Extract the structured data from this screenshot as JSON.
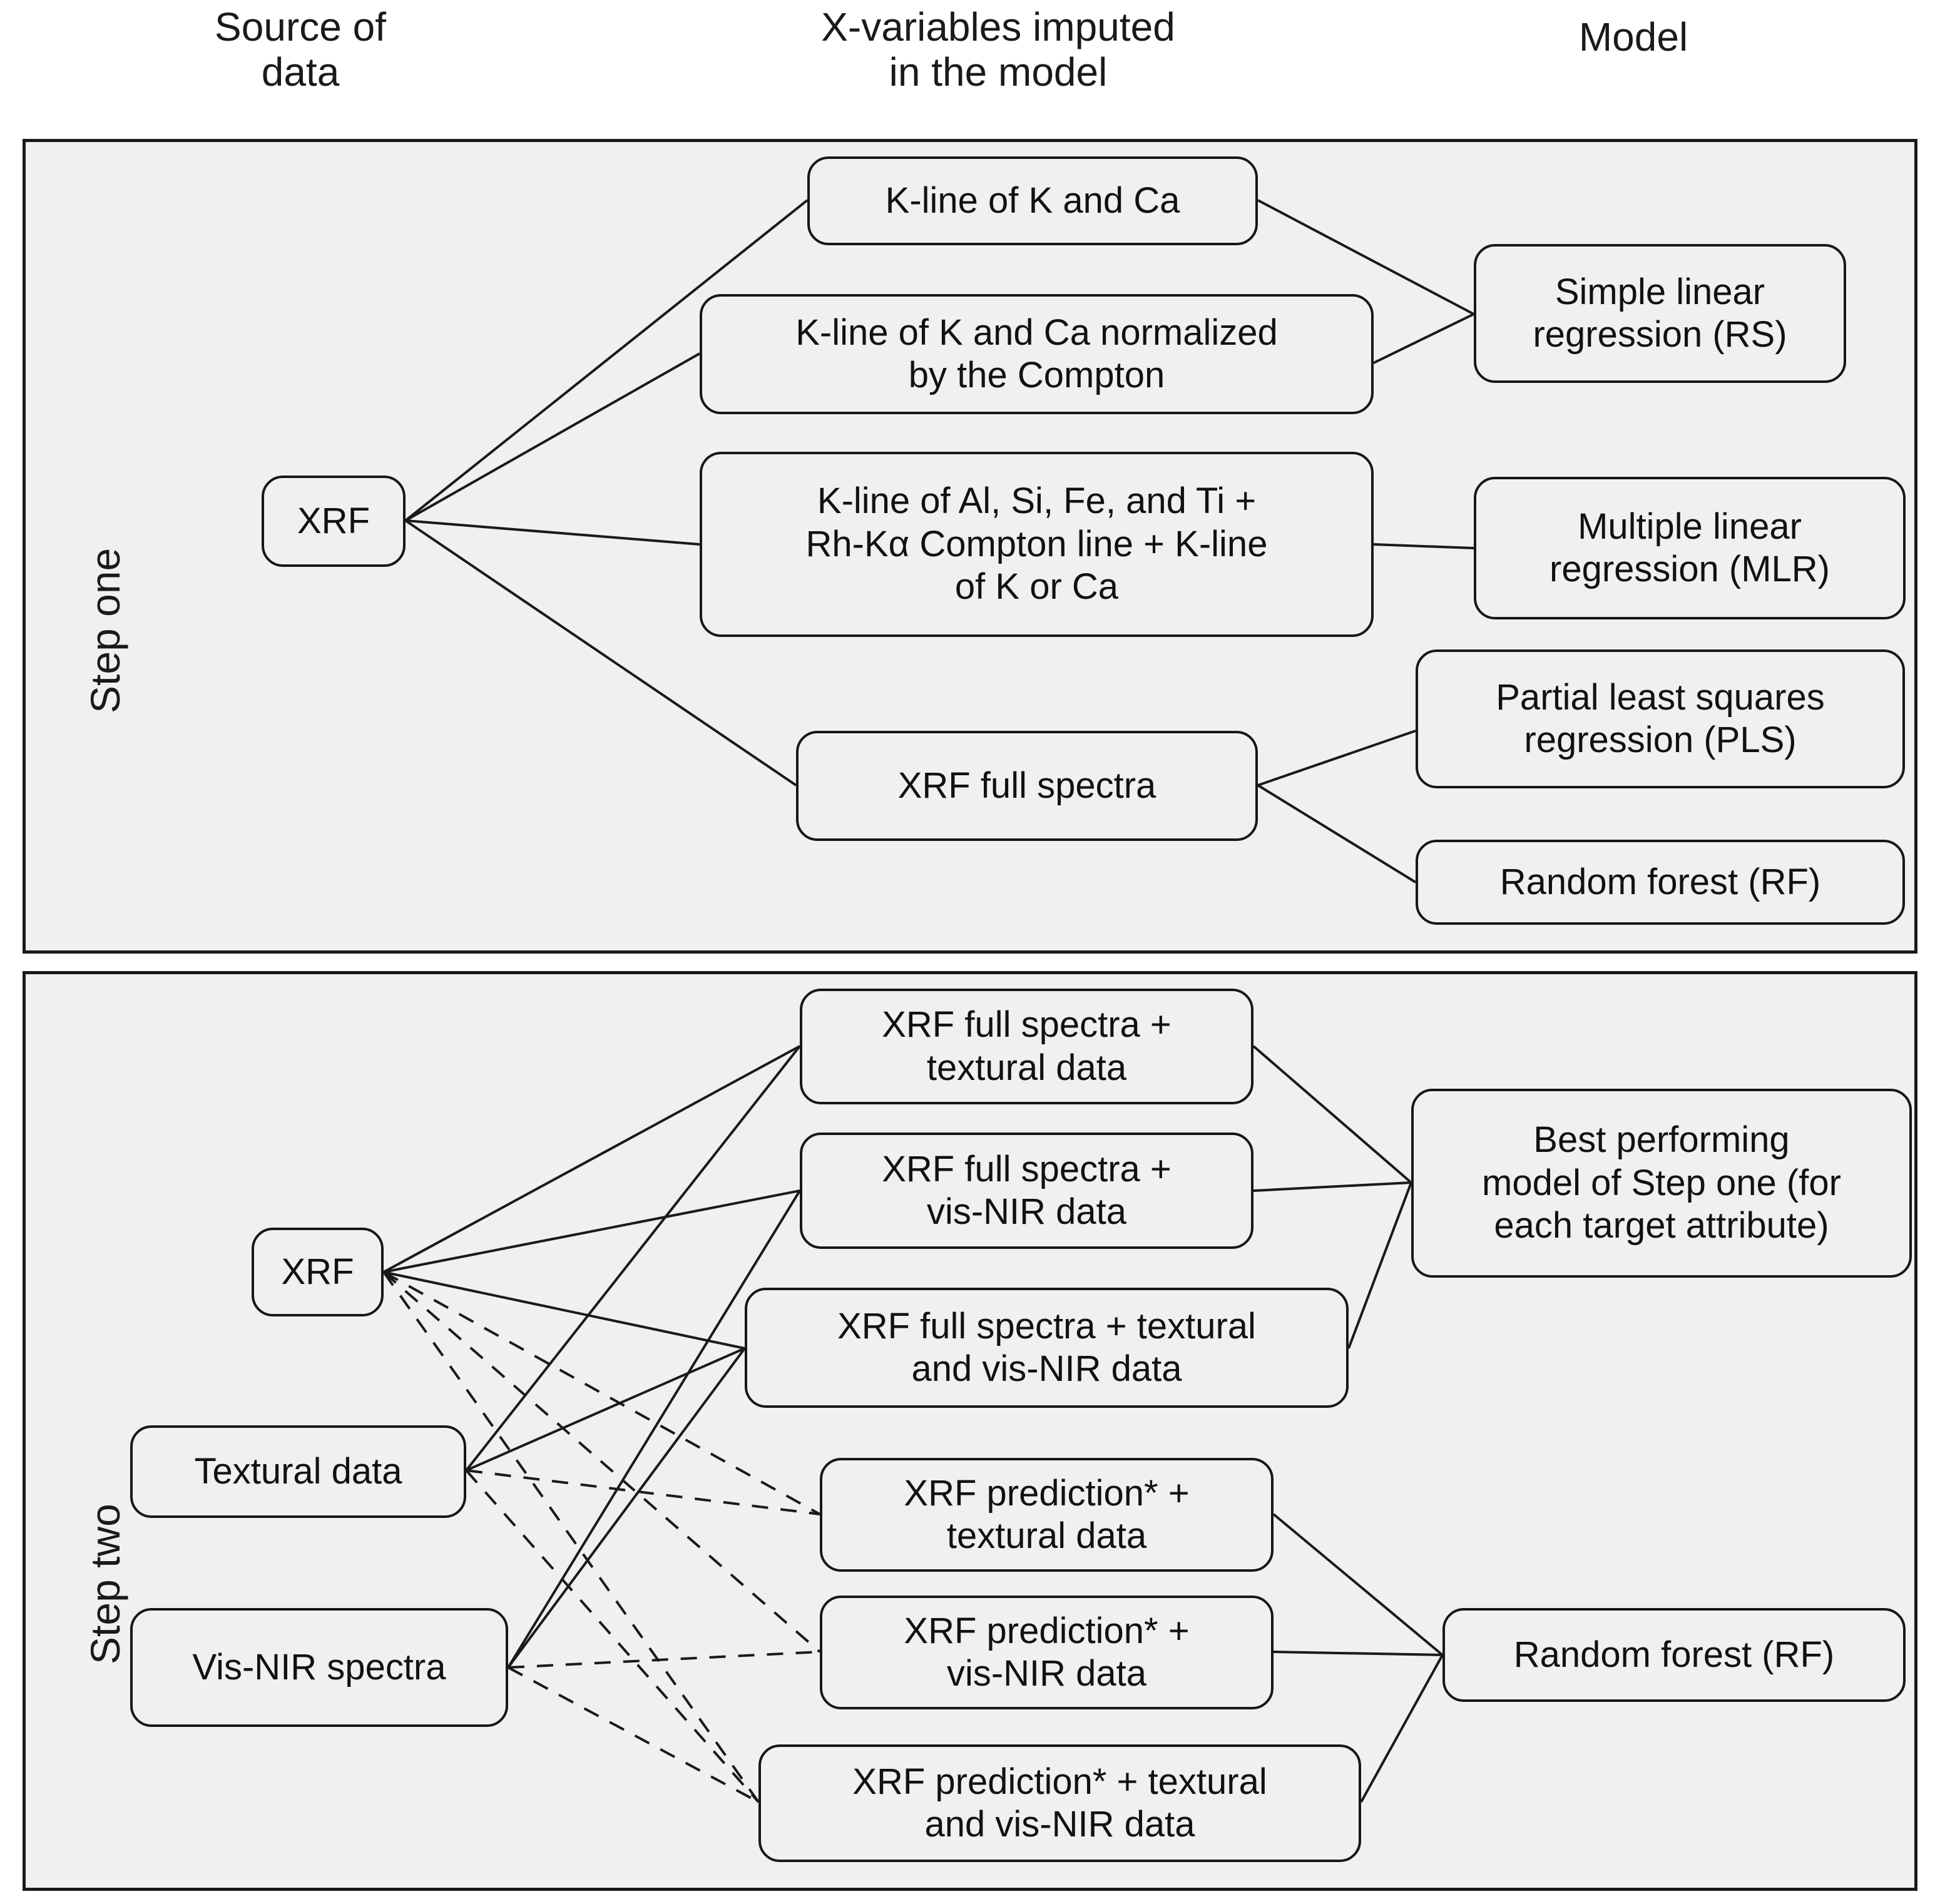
{
  "headers": {
    "source": "Source of\ndata",
    "xvariables": "X-variables imputed\nin the model",
    "model": "Model"
  },
  "steps": [
    {
      "id": "step-one",
      "label": "Step one",
      "sources": [
        {
          "id": "s1-xrf",
          "label": "XRF"
        }
      ],
      "xvariables": [
        {
          "id": "s1-x1",
          "label": "K-line of K and Ca"
        },
        {
          "id": "s1-x2",
          "label": "K-line of K and Ca normalized\nby the Compton"
        },
        {
          "id": "s1-x3",
          "label": "K-line of Al, Si, Fe, and Ti +\nRh-Kα Compton line + K-line\nof K or Ca"
        },
        {
          "id": "s1-x4",
          "label": "XRF full spectra"
        }
      ],
      "models": [
        {
          "id": "s1-m1",
          "label": "Simple linear\nregression (RS)"
        },
        {
          "id": "s1-m2",
          "label": "Multiple linear\nregression (MLR)"
        },
        {
          "id": "s1-m3",
          "label": "Partial least squares\nregression (PLS)"
        },
        {
          "id": "s1-m4",
          "label": "Random forest (RF)"
        }
      ]
    },
    {
      "id": "step-two",
      "label": "Step two",
      "sources": [
        {
          "id": "s2-xrf",
          "label": "XRF"
        },
        {
          "id": "s2-tex",
          "label": "Textural data"
        },
        {
          "id": "s2-nir",
          "label": "Vis-NIR spectra"
        }
      ],
      "xvariables": [
        {
          "id": "s2-x1",
          "label": "XRF full spectra +\ntextural data"
        },
        {
          "id": "s2-x2",
          "label": "XRF full spectra +\nvis-NIR data"
        },
        {
          "id": "s2-x3",
          "label": "XRF full spectra + textural\nand vis-NIR data"
        },
        {
          "id": "s2-x4",
          "label": "XRF prediction* +\ntextural data"
        },
        {
          "id": "s2-x5",
          "label": "XRF prediction* +\nvis-NIR data"
        },
        {
          "id": "s2-x6",
          "label": "XRF prediction* + textural\nand vis-NIR data"
        }
      ],
      "models": [
        {
          "id": "s2-m1",
          "label": "Best performing\nmodel of Step one (for\neach target  attribute)"
        },
        {
          "id": "s2-m2",
          "label": "Random forest (RF)"
        }
      ]
    }
  ],
  "colors": {
    "panel_fill": "#f0f0f0",
    "panel_border": "#1a1a1a",
    "node_border": "#17171a",
    "page_background": "#ffffff",
    "link_stroke": "#1a1a1a"
  }
}
